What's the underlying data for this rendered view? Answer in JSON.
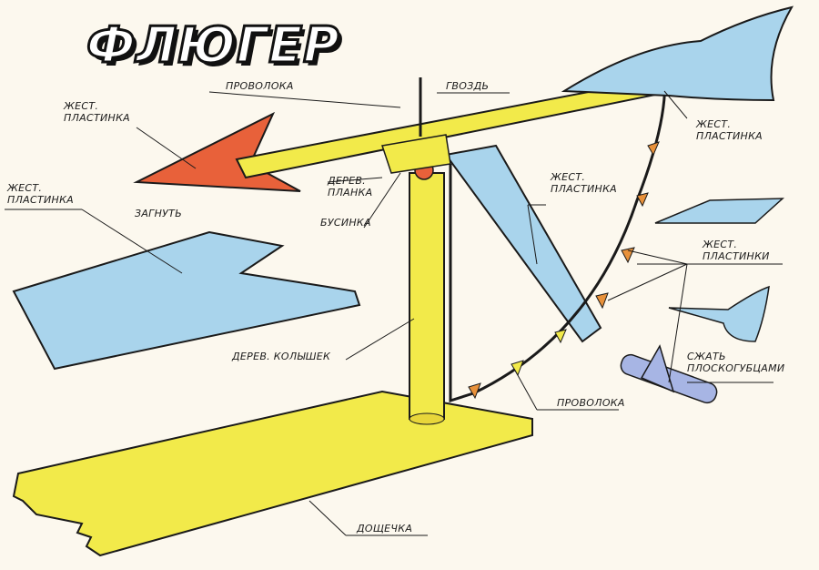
{
  "title": "ФЛЮГЕР",
  "labels": {
    "wire_top": "ПРОВОЛОКА",
    "nail": "ГВОЗДЬ",
    "tin_plate_left_top": [
      "ЖЕСТ.",
      "ПЛАСТИНКА"
    ],
    "tin_plate_right_top": [
      "ЖЕСТ.",
      "ПЛАСТИНКА"
    ],
    "wood_plank": [
      "ДЕРЕВ.",
      "ПЛАНКА"
    ],
    "tin_plate_left": [
      "ЖЕСТ.",
      "ПЛАСТИНКА"
    ],
    "bend": "ЗАГНУТЬ",
    "bead": "БУСИНКА",
    "tin_plate_middle": [
      "ЖЕСТ.",
      "ПЛАСТИНКА"
    ],
    "tin_plates": [
      "ЖЕСТ.",
      "ПЛАСТИНКИ"
    ],
    "squeeze_pliers": [
      "СЖАТЬ",
      "ПЛОСКОГУБЦАМИ"
    ],
    "wood_peg": "ДЕРЕВ. КОЛЫШЕК",
    "wire_bottom": "ПРОВОЛОКА",
    "board": "ДОЩЕЧКА"
  },
  "colors": {
    "wood": "#f2ea4a",
    "tin": "#a9d4ec",
    "arrow": "#e8613a",
    "outline": "#1a1a1a"
  }
}
